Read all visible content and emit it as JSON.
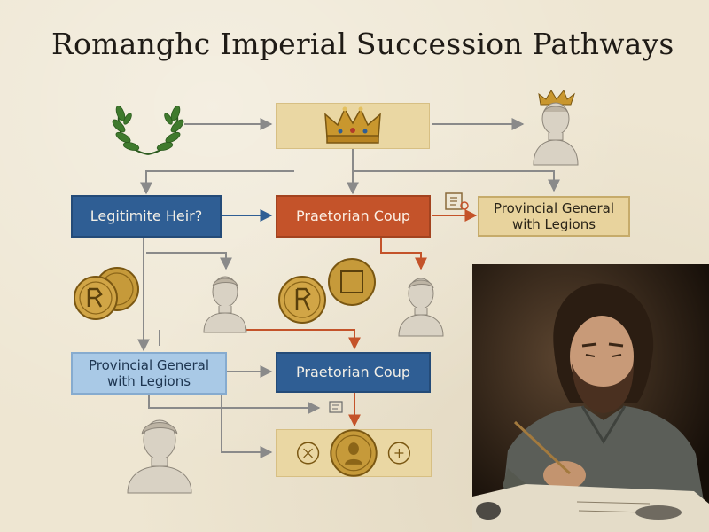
{
  "title": "Romanghc Imperial Succession Pathways",
  "nodes": {
    "legitimate_heir": "Legitimite Heir?",
    "praetorian_coup_top": "Praetorian Coup",
    "provincial_general_top": "Provincial General with Legions",
    "provincial_general_bottom": "Provincial General with Legions",
    "praetorian_coup_bottom": "Praetorian Coup"
  },
  "icons": [
    "laurel-wreath-icon",
    "crown-icon",
    "crowned-bust-icon",
    "coin-icon",
    "bust-icon",
    "scroll-icon"
  ],
  "colors": {
    "blue": "#2f5e94",
    "orange": "#c4532a",
    "tan": "#e8d39d",
    "light_blue": "#a9c9e6",
    "arrow_gray": "#8a8a8a",
    "arrow_orange": "#c4532a"
  }
}
